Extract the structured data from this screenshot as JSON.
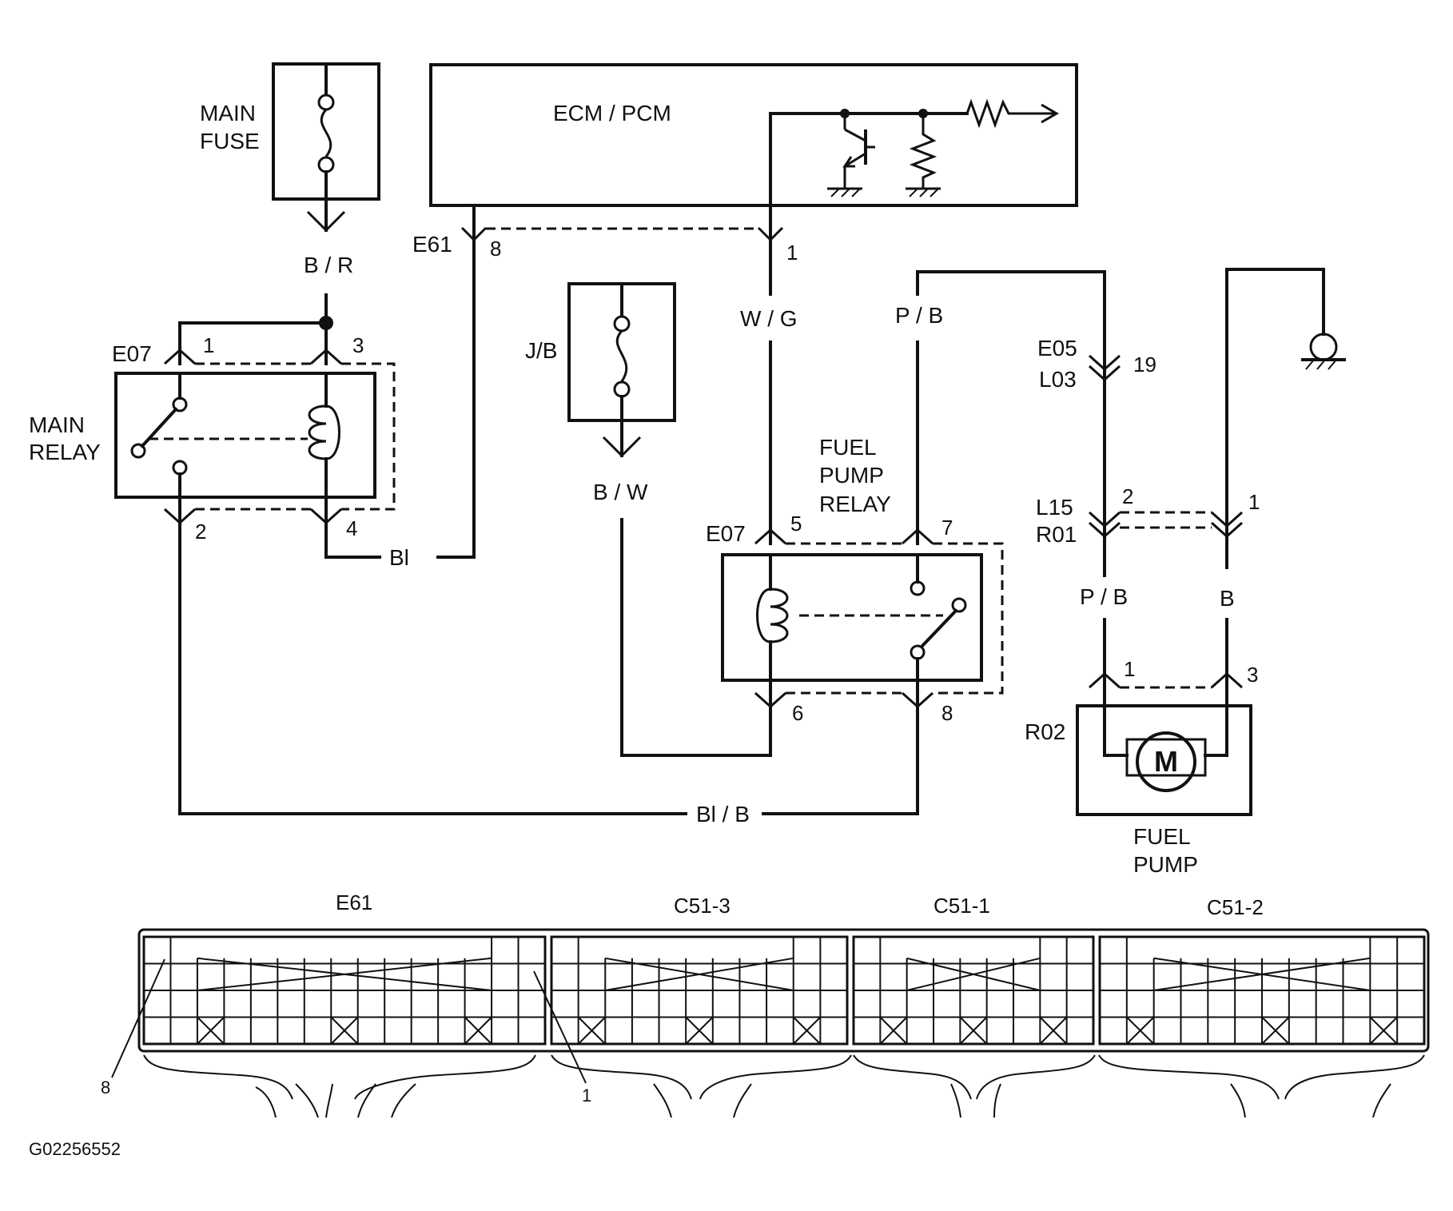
{
  "labels": {
    "main_fuse": [
      "MAIN",
      "FUSE"
    ],
    "ecm": "ECM / PCM",
    "b_r": "B / R",
    "main_relay": [
      "MAIN",
      "RELAY"
    ],
    "e07_main": "E07",
    "mr_pin1": "1",
    "mr_pin3": "3",
    "mr_pin2": "2",
    "mr_pin4": "4",
    "bl": "Bl",
    "e61": "E61",
    "e61_pin8": "8",
    "ecm_pin1": "1",
    "jb": "J/B",
    "b_w": "B / W",
    "w_g": "W / G",
    "p_b_top": "P / B",
    "fuel_pump_relay": [
      "FUEL",
      "PUMP",
      "RELAY"
    ],
    "e07_fp": "E07",
    "fp_pin5": "5",
    "fp_pin7": "7",
    "fp_pin6": "6",
    "fp_pin8": "8",
    "bl_b": "Bl / B",
    "e05": "E05",
    "l03": "L03",
    "pin19": "19",
    "l15": "L15",
    "r01": "R01",
    "l15_pin2": "2",
    "l15_pin1": "1",
    "p_b_low": "P / B",
    "b": "B",
    "r02": "R02",
    "pump_pin1": "1",
    "pump_pin3": "3",
    "motor": "M",
    "fuel_pump": [
      "FUEL",
      "PUMP"
    ]
  },
  "connector": {
    "sections": [
      "E61",
      "C51-3",
      "C51-1",
      "C51-2"
    ],
    "pin_callouts": [
      "8",
      "1"
    ]
  },
  "figure_id": "G02256552"
}
